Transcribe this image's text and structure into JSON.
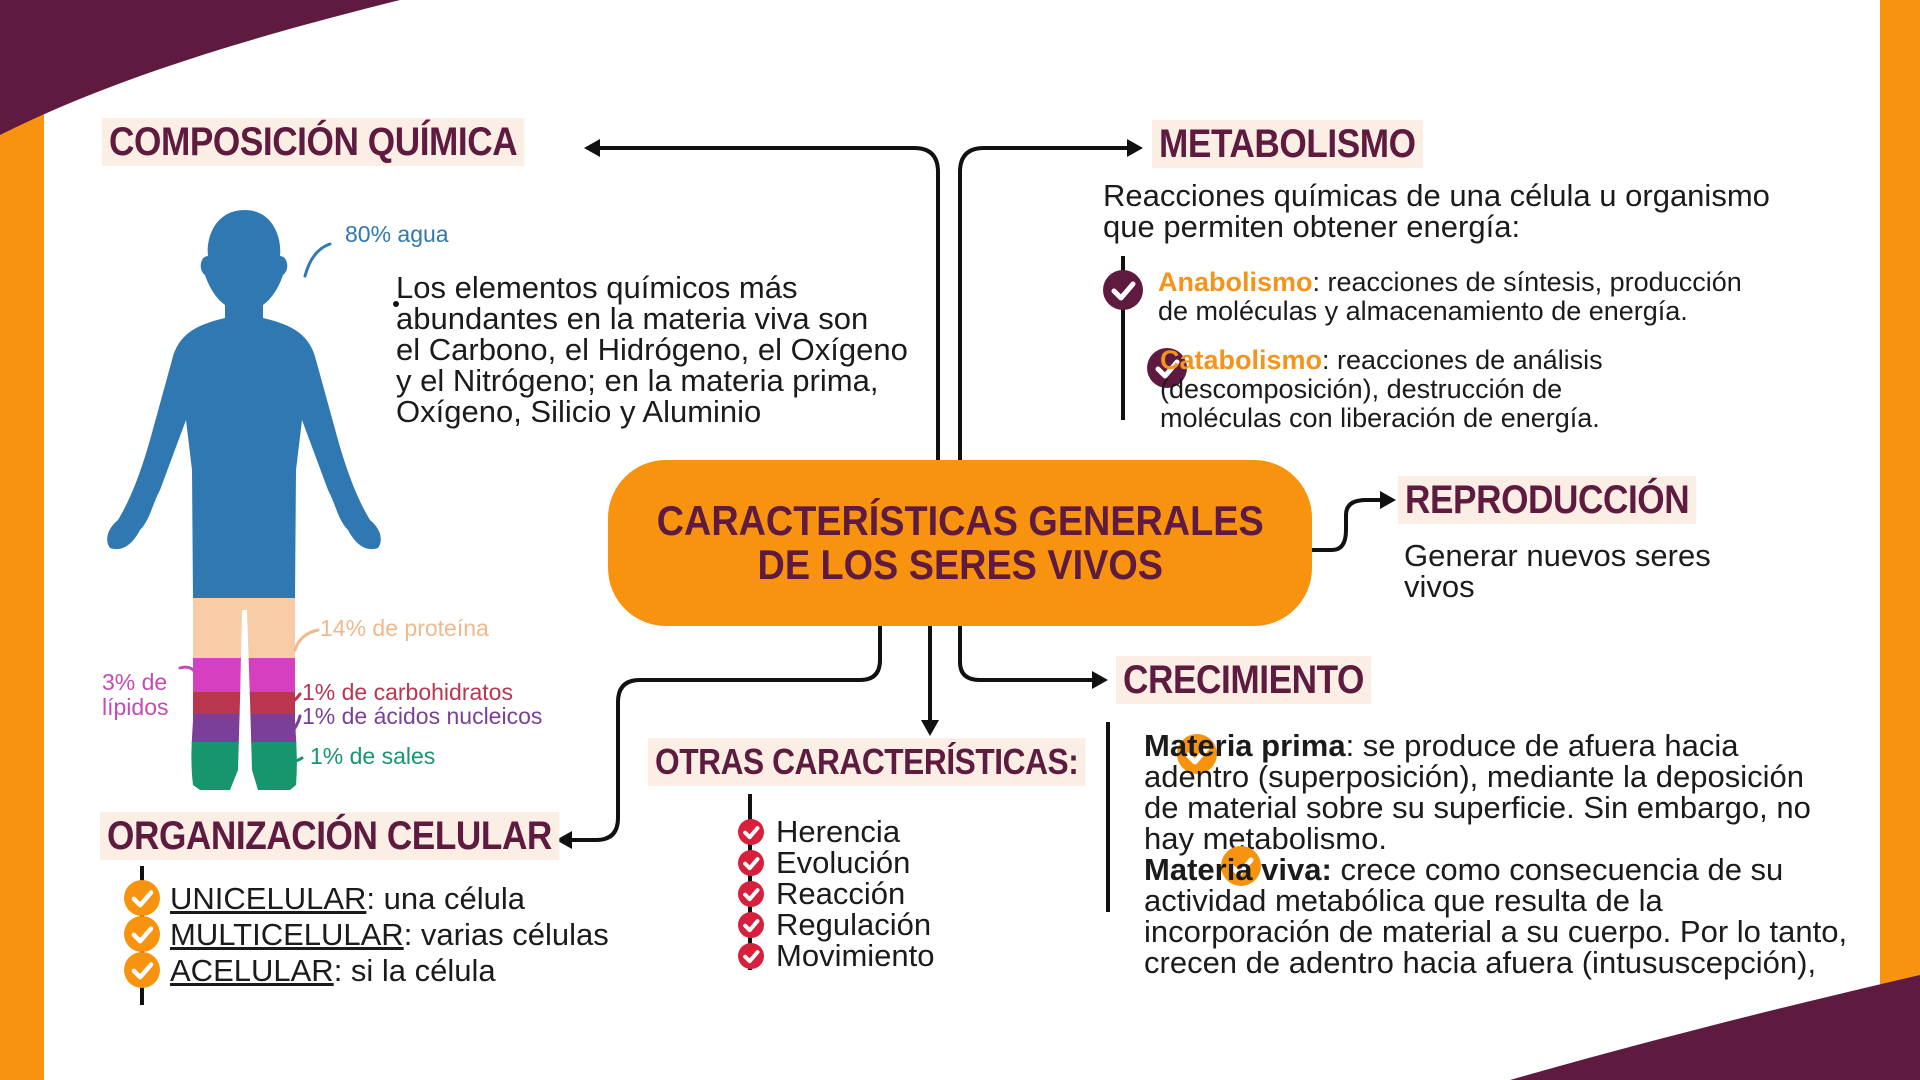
{
  "colors": {
    "maroon": "#5e1a3f",
    "orange": "#f7930e",
    "blue": "#2f78b1",
    "check_red": "#d7203c"
  },
  "center": {
    "line1": "CARACTERÍSTICAS GENERALES",
    "line2": "DE LOS SERES VIVOS"
  },
  "composicion": {
    "title": "COMPOSICIÓN QUÍMICA",
    "text": [
      "Los elementos químicos más",
      "abundantes en la materia viva son",
      "el Carbono, el Hidrógeno, el Oxígeno",
      "y el Nitrógeno; en la materia prima,",
      "Oxígeno, Silicio y Aluminio"
    ],
    "body_labels": {
      "agua": "80% agua",
      "proteina": "14% de proteína",
      "lipidos_1": "3% de",
      "lipidos_2": "lípidos",
      "carbohidratos": "1% de carbohidratos",
      "nucleicos": "1% de ácidos nucleicos",
      "sales": "1% de sales"
    }
  },
  "metabolismo": {
    "title": "METABOLISMO",
    "intro": [
      "Reacciones químicas de una célula u organismo",
      "que permiten obtener energía:"
    ],
    "items": [
      {
        "term": "Anabolismo",
        "line1": ": reacciones de síntesis, producción",
        "line2": "de moléculas y almacenamiento de energía."
      },
      {
        "term": "Catabolismo",
        "line1": ": reacciones de análisis",
        "line2": "(descomposición), destrucción de",
        "line3": "moléculas con liberación de energía."
      }
    ]
  },
  "reproduccion": {
    "title": "REPRODUCCIÓN",
    "text": [
      "Generar nuevos seres",
      "vivos"
    ]
  },
  "crecimiento": {
    "title": "CRECIMIENTO",
    "items": [
      {
        "term": "Materia prima",
        "line1": ": se produce de afuera hacia",
        "line2": "adentro (superposición), mediante la deposición",
        "line3": "de material sobre su superficie. Sin embargo, no",
        "line4": "hay metabolismo."
      },
      {
        "term": "Materia viva:",
        "line1": " crece como consecuencia de su",
        "line2": "actividad metabólica que resulta de la",
        "line3": "incorporación de material a su cuerpo. Por lo tanto,",
        "line4": "crecen de adentro hacia afuera (intususcepción),"
      }
    ]
  },
  "organizacion": {
    "title": "ORGANIZACIÓN CELULAR",
    "items": [
      {
        "term": "UNICELULAR",
        "desc": ": una célula"
      },
      {
        "term": "MULTICELULAR",
        "desc": ": varias células"
      },
      {
        "term": "ACELULAR",
        "desc": ": si la célula"
      }
    ]
  },
  "otras": {
    "title": "OTRAS CARACTERÍSTICAS:",
    "items": [
      "Herencia",
      "Evolución",
      "Reacción",
      "Regulación",
      "Movimiento"
    ]
  }
}
